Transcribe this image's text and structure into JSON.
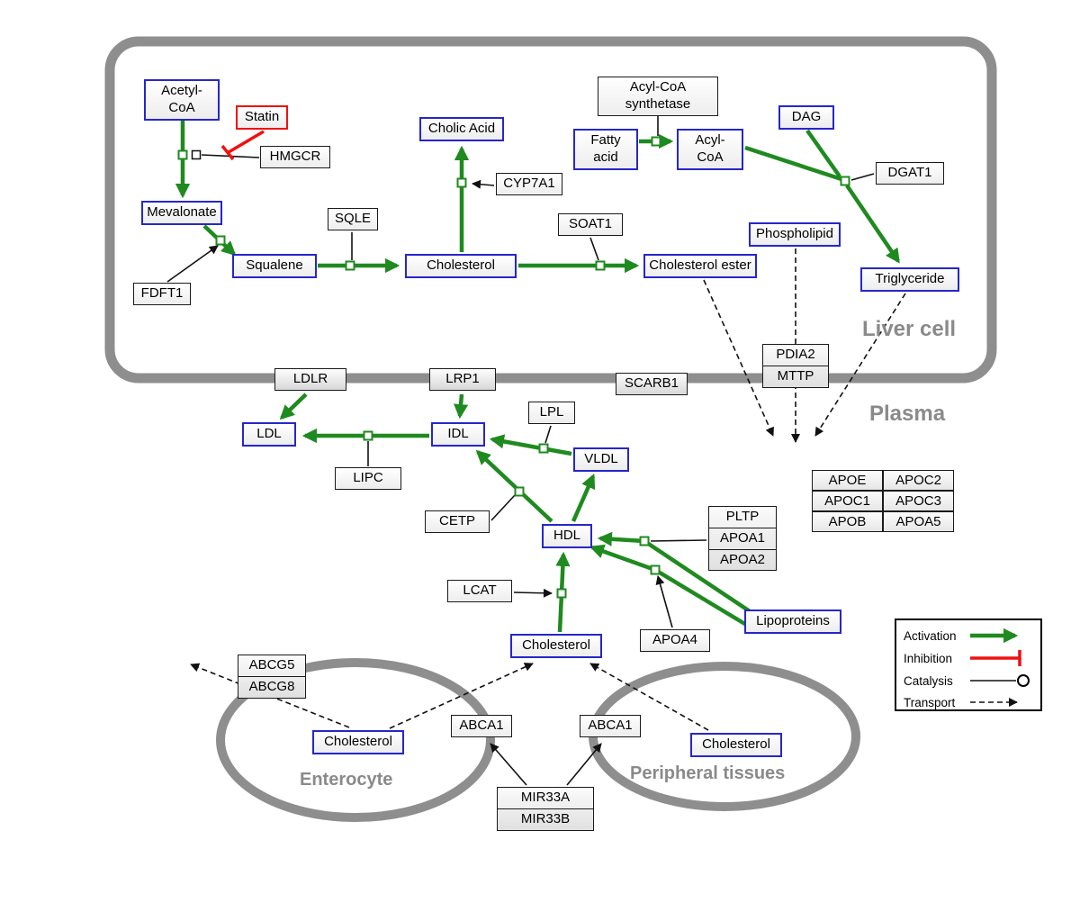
{
  "regions": {
    "liver_cell": "Liver cell",
    "plasma": "Plasma",
    "enterocyte": "Enterocyte",
    "peripheral_tissues": "Peripheral tissues"
  },
  "nodes": {
    "acetyl_coa": "Acetyl-CoA",
    "statin": "Statin",
    "hmgcr": "HMGCR",
    "mevalonate": "Mevalonate",
    "sqle": "SQLE",
    "squalene": "Squalene",
    "fdft1": "FDFT1",
    "cholic_acid": "Cholic Acid",
    "cyp7a1": "CYP7A1",
    "cholesterol_liver": "Cholesterol",
    "soat1": "SOAT1",
    "cholesterol_ester": "Cholesterol ester",
    "acyl_coa_synthetase": "Acyl-CoA synthetase",
    "fatty_acid": "Fatty acid",
    "acyl_coa": "Acyl-CoA",
    "dag": "DAG",
    "dgat1": "DGAT1",
    "phospholipid": "Phospholipid",
    "triglyceride": "Triglyceride",
    "ldlr": "LDLR",
    "lrp1": "LRP1",
    "scarb1": "SCARB1",
    "pdia2": "PDIA2",
    "mttp": "MTTP",
    "ldl": "LDL",
    "idl": "IDL",
    "lipc": "LIPC",
    "lpl": "LPL",
    "vldl": "VLDL",
    "cetp": "CETP",
    "hdl": "HDL",
    "lcat": "LCAT",
    "pltp": "PLTP",
    "apoa1": "APOA1",
    "apoa2": "APOA2",
    "apoa4": "APOA4",
    "lipoproteins": "Lipoproteins",
    "cholesterol_plasma": "Cholesterol",
    "abcg5": "ABCG5",
    "abcg8": "ABCG8",
    "cholesterol_enterocyte": "Cholesterol",
    "abca1_enterocyte": "ABCA1",
    "abca1_peripheral": "ABCA1",
    "cholesterol_peripheral": "Cholesterol",
    "mir33a": "MIR33A",
    "mir33b": "MIR33B"
  },
  "apo_table": {
    "rows": [
      [
        "APOE",
        "APOC2"
      ],
      [
        "APOC1",
        "APOC3"
      ],
      [
        "APOB",
        "APOA5"
      ]
    ]
  },
  "legend": {
    "activation": "Activation",
    "inhibition": "Inhibition",
    "catalysis": "Catalysis",
    "transport": "Transport"
  },
  "colors": {
    "activation_green": "#1f8a1f",
    "inhibition_red": "#ee1111",
    "metabolite_border_blue": "#2626cc",
    "membrane_gray": "#8e8e8e"
  }
}
